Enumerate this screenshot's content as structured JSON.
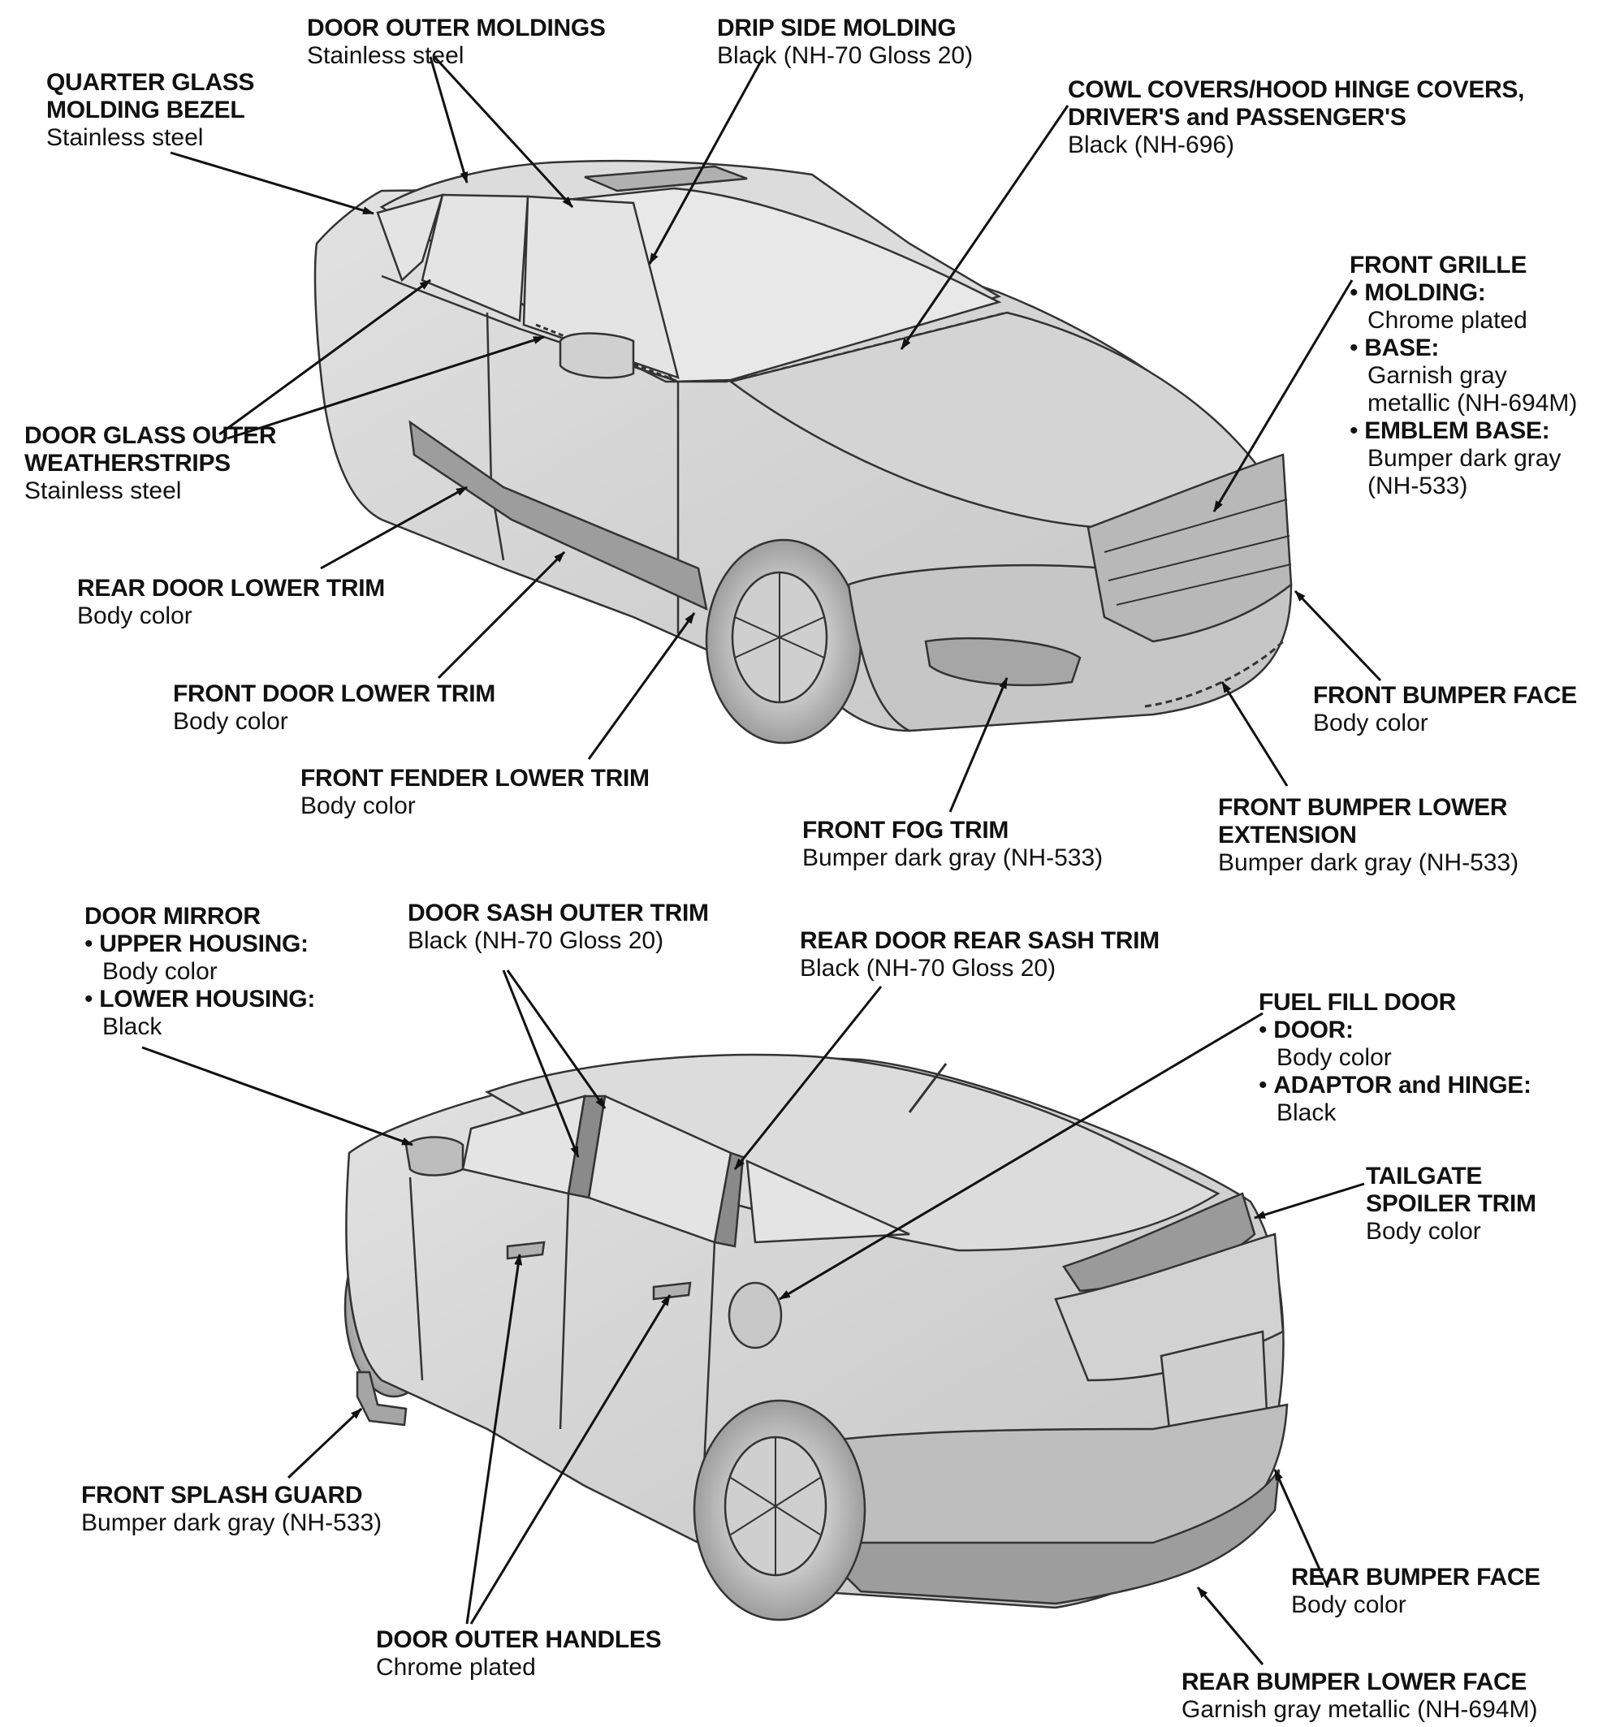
{
  "colors": {
    "ink": "#111111",
    "body_fill": "#d9d9d9",
    "body_shade": "#bfbfbf",
    "glass": "#e6e6e6",
    "trim_dark": "#8c8c8c",
    "background": "#ffffff"
  },
  "top_callouts": {
    "door_outer_moldings": {
      "title": "DOOR OUTER MOLDINGS",
      "desc": "Stainless steel"
    },
    "drip_side_molding": {
      "title": "DRIP SIDE MOLDING",
      "desc": "Black (NH-70 Gloss 20)"
    },
    "quarter_glass": {
      "title1": "QUARTER GLASS",
      "title2": "MOLDING BEZEL",
      "desc": "Stainless steel"
    },
    "cowl_covers": {
      "title1": "COWL COVERS/HOOD HINGE COVERS,",
      "title2": "DRIVER'S and PASSENGER'S",
      "desc": "Black (NH-696)"
    },
    "front_grille": {
      "title": "FRONT GRILLE",
      "molding": {
        "label": "MOLDING:",
        "value": "Chrome plated"
      },
      "base": {
        "label": "BASE:",
        "value1": "Garnish gray",
        "value2": "metallic (NH-694M)"
      },
      "emblem_base": {
        "label": "EMBLEM BASE:",
        "value1": "Bumper dark gray",
        "value2": "(NH-533)"
      }
    },
    "door_glass_weatherstrips": {
      "title1": "DOOR GLASS OUTER",
      "title2": "WEATHERSTRIPS",
      "desc": "Stainless steel"
    },
    "rear_door_lower_trim": {
      "title": "REAR DOOR LOWER TRIM",
      "desc": "Body color"
    },
    "front_door_lower_trim": {
      "title": "FRONT DOOR LOWER TRIM",
      "desc": "Body color"
    },
    "front_bumper_face": {
      "title": "FRONT BUMPER FACE",
      "desc": "Body color"
    },
    "front_fender_lower_trim": {
      "title": "FRONT FENDER LOWER TRIM",
      "desc": "Body color"
    },
    "front_fog_trim": {
      "title": "FRONT FOG TRIM",
      "desc": "Bumper dark gray (NH-533)"
    },
    "front_bumper_lower_ext": {
      "title1": "FRONT BUMPER LOWER",
      "title2": "EXTENSION",
      "desc": "Bumper dark gray (NH-533)"
    }
  },
  "bottom_callouts": {
    "door_mirror": {
      "title": "DOOR MIRROR",
      "upper": {
        "label": "UPPER HOUSING:",
        "value": "Body color"
      },
      "lower": {
        "label": "LOWER HOUSING:",
        "value": "Black"
      }
    },
    "door_sash_outer_trim": {
      "title": "DOOR SASH OUTER TRIM",
      "desc": "Black (NH-70 Gloss 20)"
    },
    "rear_door_rear_sash_trim": {
      "title": "REAR DOOR REAR SASH TRIM",
      "desc": "Black (NH-70 Gloss 20)"
    },
    "fuel_fill_door": {
      "title": "FUEL FILL DOOR",
      "door": {
        "label": "DOOR:",
        "value": "Body color"
      },
      "adaptor": {
        "label": "ADAPTOR and HINGE:",
        "value": "Black"
      }
    },
    "tailgate_spoiler_trim": {
      "title1": "TAILGATE",
      "title2": "SPOILER TRIM",
      "desc": "Body color"
    },
    "front_splash_guard": {
      "title": "FRONT SPLASH GUARD",
      "desc": "Bumper dark gray (NH-533)"
    },
    "rear_bumper_face": {
      "title": "REAR BUMPER FACE",
      "desc": "Body color"
    },
    "door_outer_handles": {
      "title": "DOOR OUTER HANDLES",
      "desc": "Chrome plated"
    },
    "rear_bumper_lower_face": {
      "title": "REAR BUMPER LOWER FACE",
      "desc": "Garnish gray metallic (NH-694M)"
    }
  }
}
